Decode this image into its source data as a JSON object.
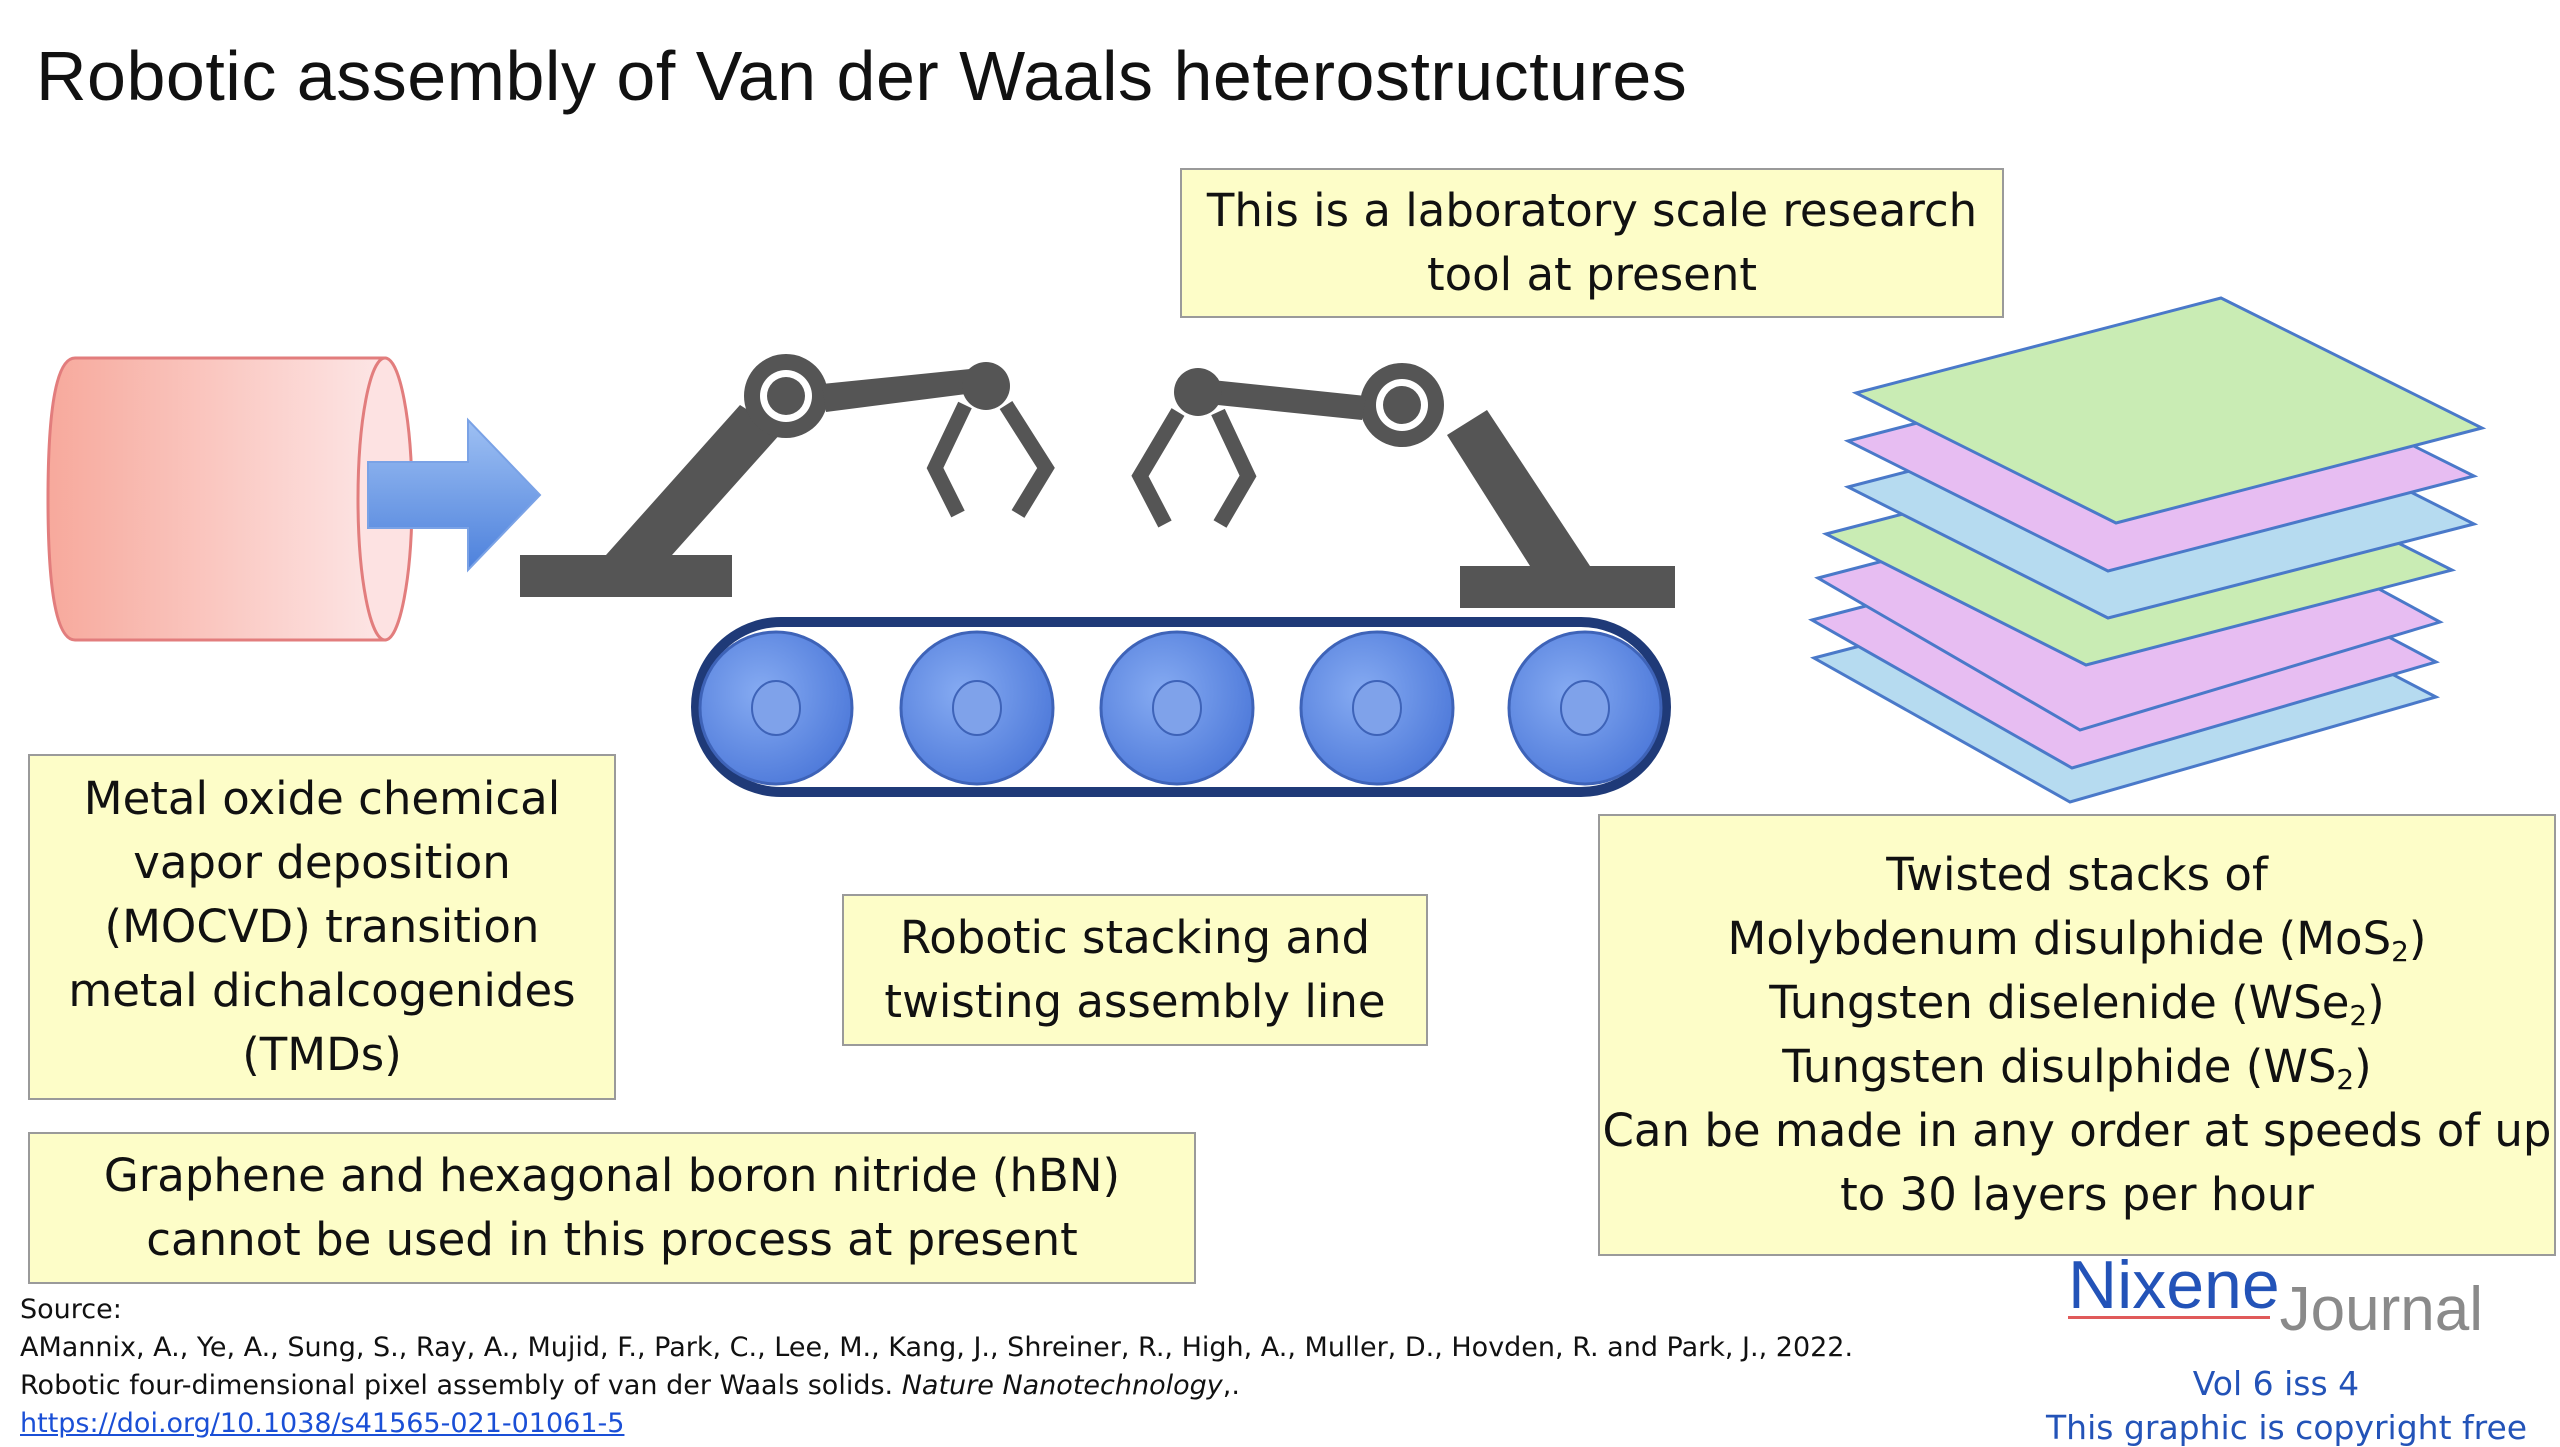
{
  "title": "Robotic assembly of Van der Waals heterostructures",
  "boxes": {
    "lab_scale": [
      "This is a laboratory scale research",
      "tool at present"
    ],
    "mocvd": [
      "Metal oxide chemical",
      "vapor deposition",
      "(MOCVD) transition",
      "metal dichalcogenides",
      "(TMDs)"
    ],
    "robotic": [
      "Robotic stacking and",
      "twisting assembly line"
    ],
    "graphene": [
      "Graphene and hexagonal boron nitride (hBN)",
      "cannot be used in this process at present"
    ],
    "twisted": {
      "line1": "Twisted stacks of",
      "mos2": {
        "pre": "Molybdenum disulphide (MoS",
        "sub": "2",
        "post": ")"
      },
      "wse2": {
        "pre": "Tungsten diselenide (WSe",
        "sub": "2",
        "post": ")"
      },
      "ws2": {
        "pre": "Tungsten disulphide (WS",
        "sub": "2",
        "post": ")"
      },
      "line5": "Can be made in any order at speeds of up",
      "line6": "to 30 layers per hour"
    }
  },
  "source": {
    "label": "Source:",
    "authors": "AMannix, A., Ye, A., Sung, S., Ray, A., Mujid, F., Park, C., Lee, M., Kang, J., Shreiner, R., High, A., Muller, D., Hovden, R. and Park, J., 2022.",
    "title_pre": "Robotic four-dimensional pixel assembly of van der Waals solids. ",
    "journal": "Nature Nanotechnology",
    "title_post": ",.",
    "doi": "https://doi.org/10.1038/s41565-021-01061-5"
  },
  "logo": {
    "name1": "Nixene",
    "name2": "Journal"
  },
  "footer": {
    "vol": "Vol 6 iss 4",
    "copyright": "This graphic is copyright free"
  },
  "colors": {
    "box_fill": "#fdfdc8",
    "sheet_green": "#c9ecb4",
    "sheet_pink": "#e7bdf2",
    "sheet_blue": "#b6dbf0",
    "robot_gray": "#555555",
    "roller_blue": "#5a86e6",
    "cylinder_pink": "#f8b4aa",
    "arrow_blue": "#5b8fe3"
  }
}
